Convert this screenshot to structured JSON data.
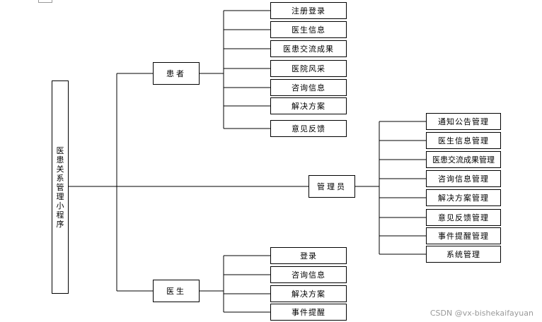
{
  "diagram": {
    "root": {
      "label": "医患关系管理小程序",
      "chars": [
        "医",
        "患",
        "关",
        "系",
        "管",
        "理",
        "小",
        "程",
        "序"
      ]
    },
    "patient": {
      "label": "患者",
      "items": [
        "注册登录",
        "医生信息",
        "医患交流成果",
        "医院风采",
        "咨询信息",
        "解决方案",
        "意见反馈"
      ]
    },
    "admin": {
      "label": "管理员",
      "items": [
        "通知公告管理",
        "医生信息管理",
        "医患交流成果管理",
        "咨询信息管理",
        "解决方案管理",
        "意见反馈管理",
        "事件提醒管理",
        "系统管理"
      ]
    },
    "doctor": {
      "label": "医生",
      "items": [
        "登录",
        "咨询信息",
        "解决方案",
        "事件提醒"
      ]
    }
  },
  "watermark": "CSDN @vx-bishekaifayuan"
}
